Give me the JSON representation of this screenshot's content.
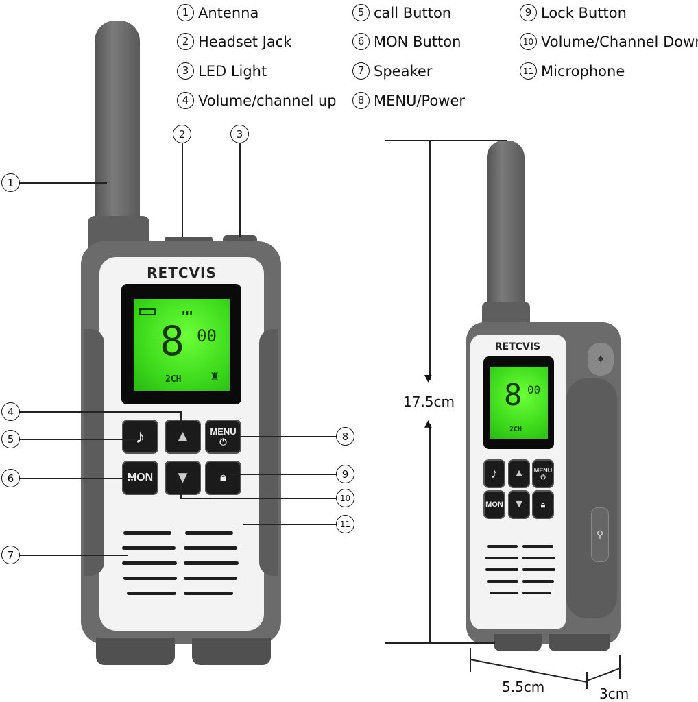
{
  "legend": [
    {
      "num": "1",
      "label": "Antenna"
    },
    {
      "num": "2",
      "label": "Headset Jack"
    },
    {
      "num": "3",
      "label": "LED Light"
    },
    {
      "num": "4",
      "label": "Volume/channel up"
    },
    {
      "num": "5",
      "label": "call Button"
    },
    {
      "num": "6",
      "label": "MON Button"
    },
    {
      "num": "7",
      "label": "Speaker"
    },
    {
      "num": "8",
      "label": "MENU/Power"
    },
    {
      "num": "9",
      "label": "Lock Button"
    },
    {
      "num": "10",
      "label": "Volume/Channel Down"
    },
    {
      "num": "11",
      "label": "Microphone"
    }
  ],
  "brand": "RETCVIS",
  "display": {
    "digit": "8",
    "sub": "00",
    "channel": "2CH"
  },
  "buttons": {
    "menu": "MENU",
    "mon": "MON"
  },
  "dimensions": {
    "height": "17.5cm",
    "width": "5.5cm",
    "depth": "3cm"
  },
  "colors": {
    "body": "#6e6e6e",
    "face": "#f4f4f4",
    "lcd": "#4be626"
  }
}
